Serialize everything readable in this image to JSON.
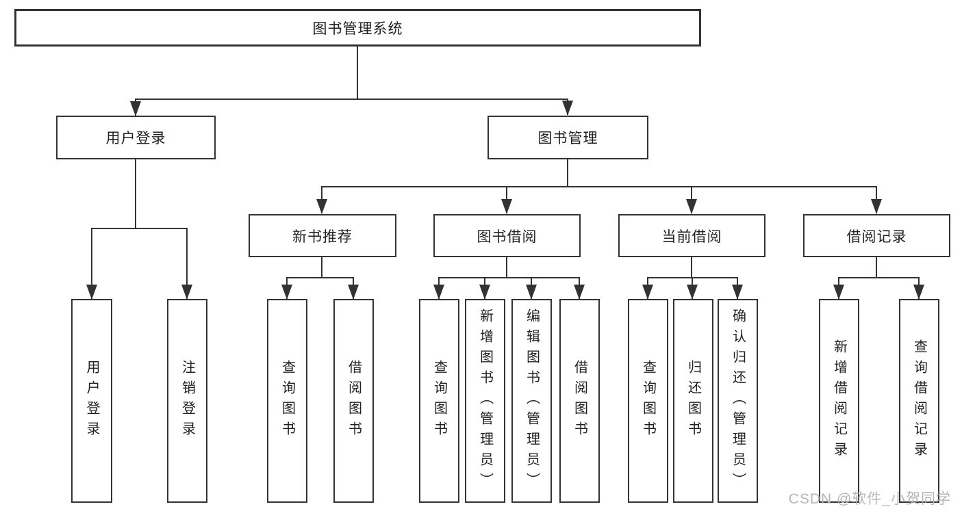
{
  "tree": {
    "label": "图书管理系统",
    "children": [
      {
        "label": "用户登录",
        "children": [
          {
            "label": "用户登录"
          },
          {
            "label": "注销登录"
          }
        ]
      },
      {
        "label": "图书管理",
        "children": [
          {
            "label": "新书推荐",
            "children": [
              {
                "label": "查询图书"
              },
              {
                "label": "借阅图书"
              }
            ]
          },
          {
            "label": "图书借阅",
            "children": [
              {
                "label": "查询图书"
              },
              {
                "label": "新增图书（管理员）"
              },
              {
                "label": "编辑图书（管理员）"
              },
              {
                "label": "借阅图书"
              }
            ]
          },
          {
            "label": "当前借阅",
            "children": [
              {
                "label": "查询图书"
              },
              {
                "label": "归还图书"
              },
              {
                "label": "确认归还（管理员）"
              }
            ]
          },
          {
            "label": "借阅记录",
            "children": [
              {
                "label": "新增借阅记录"
              },
              {
                "label": "查询借阅记录"
              }
            ]
          }
        ]
      }
    ]
  },
  "watermark": {
    "text": "CSDN @软件_小贺同学"
  },
  "colors": {
    "line": "#333333",
    "text": "#222222",
    "background": "#ffffff",
    "watermark": "#b6b6b6"
  }
}
